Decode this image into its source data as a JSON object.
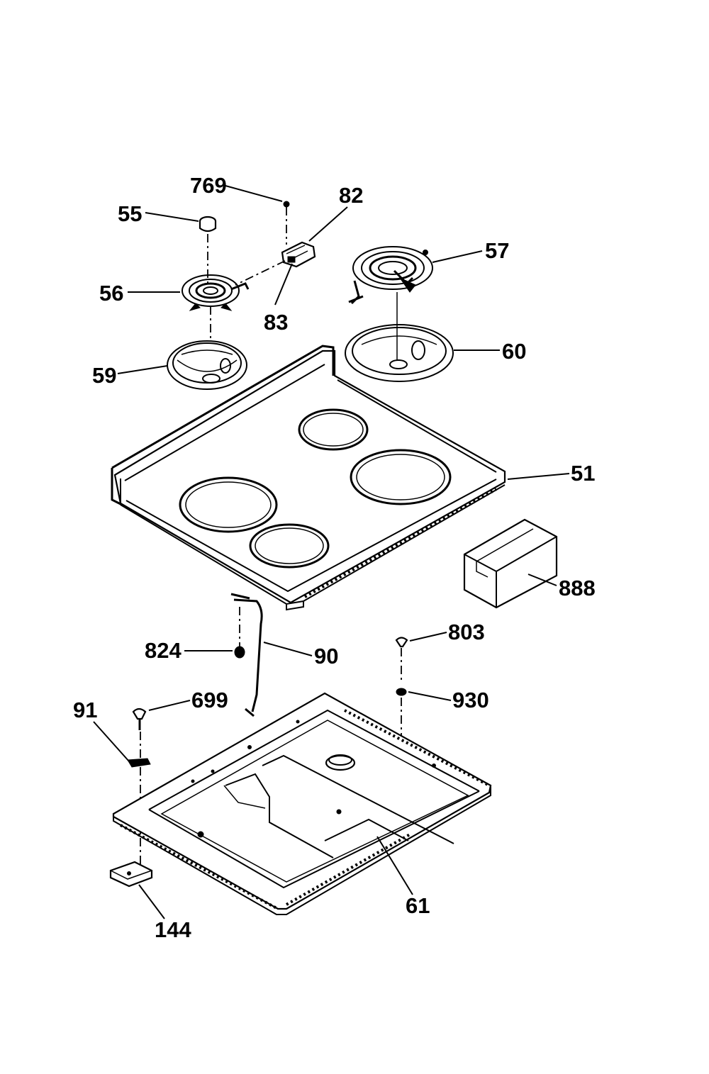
{
  "callouts": [
    {
      "id": "769",
      "text": "769"
    },
    {
      "id": "82",
      "text": "82"
    },
    {
      "id": "55",
      "text": "55"
    },
    {
      "id": "57",
      "text": "57"
    },
    {
      "id": "56",
      "text": "56"
    },
    {
      "id": "83",
      "text": "83"
    },
    {
      "id": "60",
      "text": "60"
    },
    {
      "id": "59",
      "text": "59"
    },
    {
      "id": "51",
      "text": "51"
    },
    {
      "id": "888",
      "text": "888"
    },
    {
      "id": "803",
      "text": "803"
    },
    {
      "id": "824",
      "text": "824"
    },
    {
      "id": "90",
      "text": "90"
    },
    {
      "id": "930",
      "text": "930"
    },
    {
      "id": "91",
      "text": "91"
    },
    {
      "id": "699",
      "text": "699"
    },
    {
      "id": "61",
      "text": "61"
    },
    {
      "id": "144",
      "text": "144"
    }
  ],
  "colors": {
    "ink": "#000000",
    "paper": "#ffffff"
  }
}
